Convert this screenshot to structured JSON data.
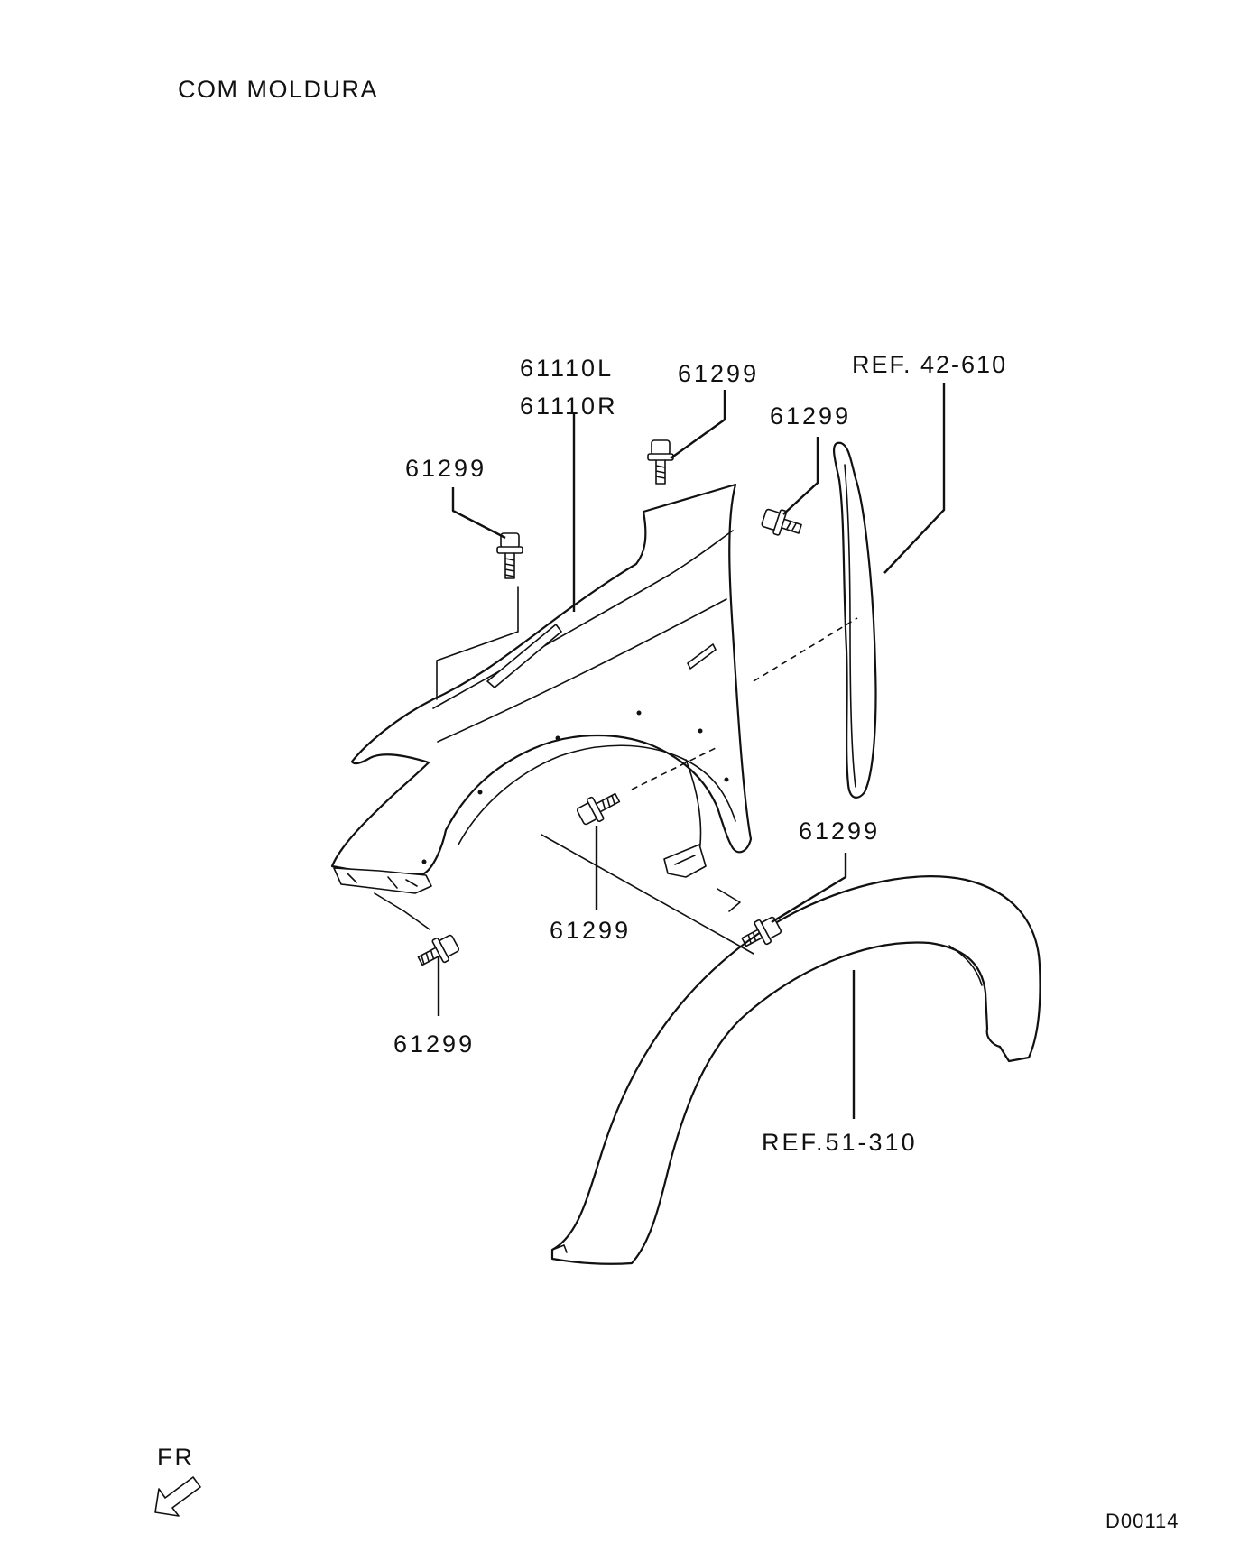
{
  "header": {
    "title": "COM MOLDURA"
  },
  "parts": {
    "fender_left": "61110L",
    "fender_right": "61110R",
    "bolt": "61299",
    "ref_liner": "REF. 42-610",
    "ref_molding": "REF.51-310"
  },
  "bolt_callouts": [
    "61299",
    "61299",
    "61299",
    "61299",
    "61299",
    "61299"
  ],
  "footer": {
    "direction": "FR",
    "code": "D00114"
  }
}
